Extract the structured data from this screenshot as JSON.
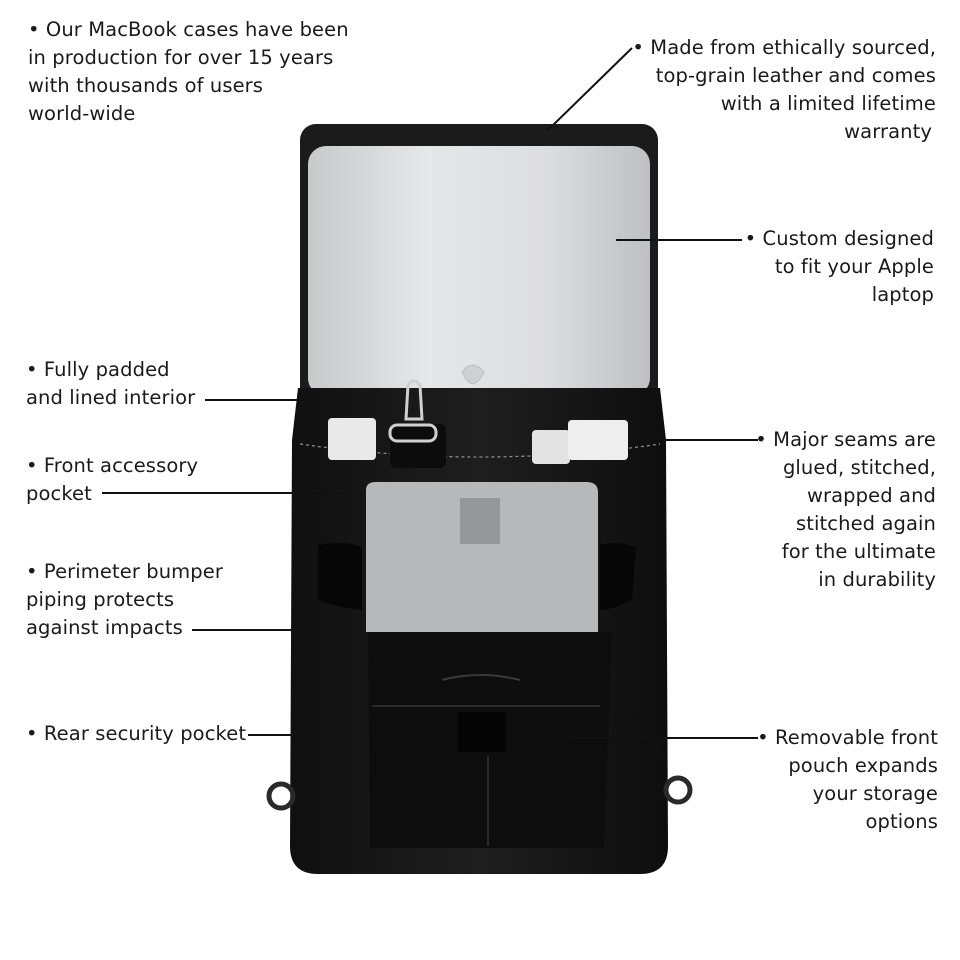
{
  "callouts": {
    "production": [
      "• Our MacBook cases have been",
      "in production for over 15 years",
      "with thousands of users",
      "world-wide"
    ],
    "leather": [
      "• Made from ethically sourced,",
      "top-grain leather and comes",
      "with a limited lifetime",
      "warranty"
    ],
    "custom_fit": [
      "• Custom designed",
      "to fit your Apple",
      "laptop"
    ],
    "padded": [
      "• Fully padded",
      "and lined interior"
    ],
    "seams": [
      "• Major seams are",
      "glued, stitched,",
      "wrapped and",
      "stitched again",
      "for the ultimate",
      "in durability"
    ],
    "accessory": [
      "• Front accessory",
      "pocket"
    ],
    "bumper": [
      "• Perimeter bumper",
      "piping protects",
      "against impacts"
    ],
    "rear_pocket": [
      "• Rear security pocket"
    ],
    "pouch": [
      "• Removable front",
      "pouch expands",
      "your storage",
      "options"
    ]
  },
  "colors": {
    "background": "#ffffff",
    "text": "#1a1a1a",
    "leather": "#141414",
    "leather_highlight": "#2b2b2b",
    "laptop": "#d9dadc",
    "felt": "#b9babc",
    "leader_line": "#111111"
  },
  "icons": {
    "bag": "leather-bag-illustration",
    "laptop": "macbook-illustration",
    "clip": "carabiner-clip-icon"
  }
}
